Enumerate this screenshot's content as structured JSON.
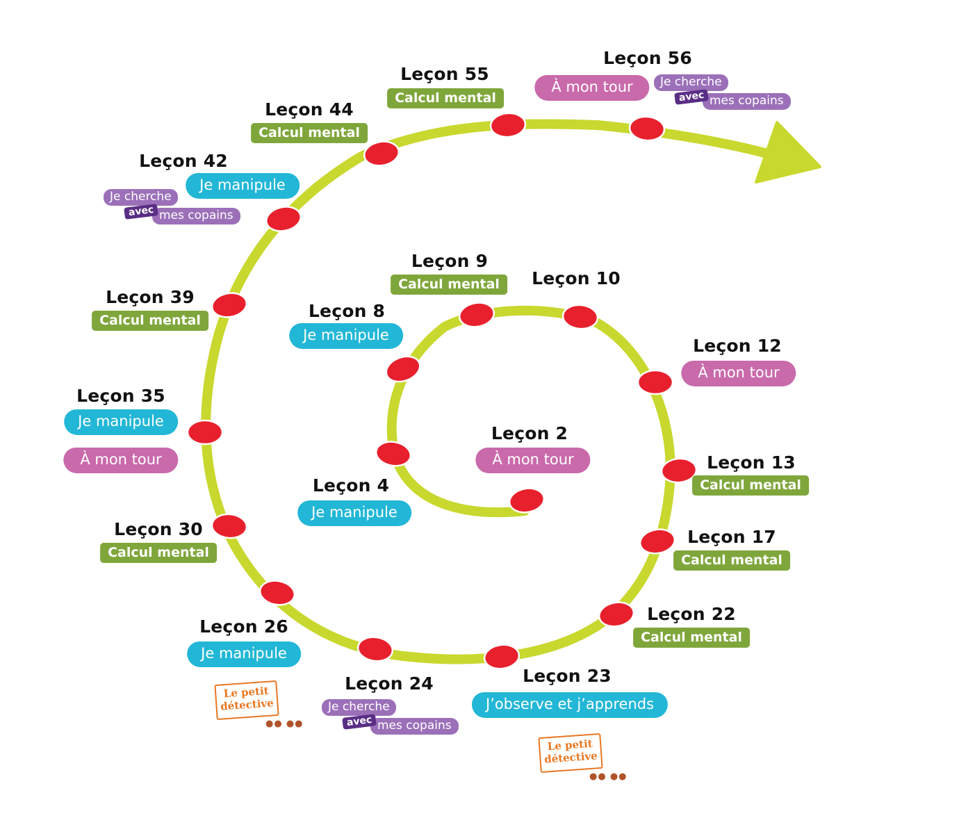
{
  "lessons": [
    {
      "id": "l2",
      "title": "Leçon 2"
    },
    {
      "id": "l4",
      "title": "Leçon 4"
    },
    {
      "id": "l8",
      "title": "Leçon 8"
    },
    {
      "id": "l9",
      "title": "Leçon 9"
    },
    {
      "id": "l10",
      "title": "Leçon 10"
    },
    {
      "id": "l12",
      "title": "Leçon 12"
    },
    {
      "id": "l13",
      "title": "Leçon 13"
    },
    {
      "id": "l17",
      "title": "Leçon 17"
    },
    {
      "id": "l22",
      "title": "Leçon 22"
    },
    {
      "id": "l23",
      "title": "Leçon 23"
    },
    {
      "id": "l24",
      "title": "Leçon 24"
    },
    {
      "id": "l26",
      "title": "Leçon 26"
    },
    {
      "id": "l30",
      "title": "Leçon 30"
    },
    {
      "id": "l35",
      "title": "Leçon 35"
    },
    {
      "id": "l39",
      "title": "Leçon 39"
    },
    {
      "id": "l42",
      "title": "Leçon 42"
    },
    {
      "id": "l44",
      "title": "Leçon 44"
    },
    {
      "id": "l55",
      "title": "Leçon 55"
    },
    {
      "id": "l56",
      "title": "Leçon 56"
    }
  ],
  "tags": {
    "calcul_mental": "Calcul mental",
    "je_manipule": "Je manipule",
    "a_mon_tour": "À mon tour",
    "j_observe": "J’observe et j’apprends"
  },
  "collab": {
    "part1": "Je cherche",
    "part2": "avec",
    "part3": "mes copains"
  },
  "detective": {
    "line1": "Le petit",
    "line2": "détective"
  },
  "colors": {
    "path": "#c8d82e",
    "stop": "#e8202d",
    "green": "#7fa63b",
    "blue": "#22b7d6",
    "pink": "#c96aab",
    "purple": "#9b70b8",
    "dark_purple": "#5a2e85",
    "orange": "#e87722"
  },
  "icons": [
    "spiral-path",
    "arrow-head-icon",
    "lesson-stop-icon",
    "footprints-icon"
  ]
}
